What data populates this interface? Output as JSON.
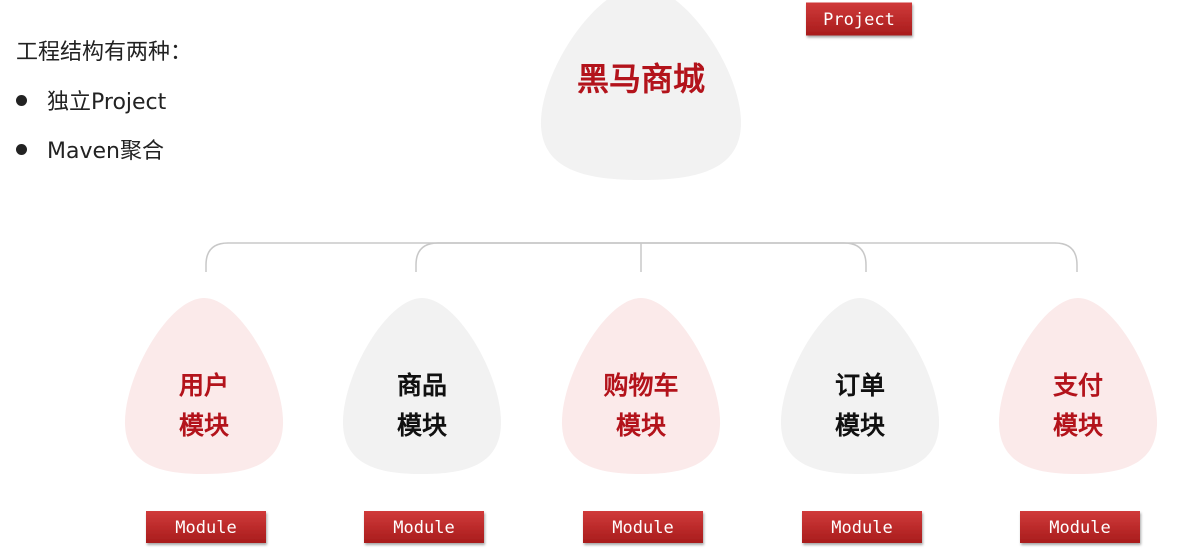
{
  "intro": {
    "text": "工程结构有两种：",
    "bullets": [
      "独立Project",
      "Maven聚合"
    ]
  },
  "root": {
    "label": "黑马商城",
    "tag": "Project"
  },
  "modules": [
    {
      "line1": "用户",
      "line2": "模块",
      "tag": "Module",
      "style": "pink"
    },
    {
      "line1": "商品",
      "line2": "模块",
      "tag": "Module",
      "style": "gray"
    },
    {
      "line1": "购物车",
      "line2": "模块",
      "tag": "Module",
      "style": "pink"
    },
    {
      "line1": "订单",
      "line2": "模块",
      "tag": "Module",
      "style": "gray"
    },
    {
      "line1": "支付",
      "line2": "模块",
      "tag": "Module",
      "style": "pink"
    }
  ],
  "colors": {
    "accent": "#b3131b",
    "tag_bg": "#c62828",
    "tag_text": "#ffffff",
    "pink_fill": "#fbeaea",
    "gray_fill": "#f2f2f2",
    "dark_text": "#111111",
    "connector": "#c8c8c8"
  }
}
